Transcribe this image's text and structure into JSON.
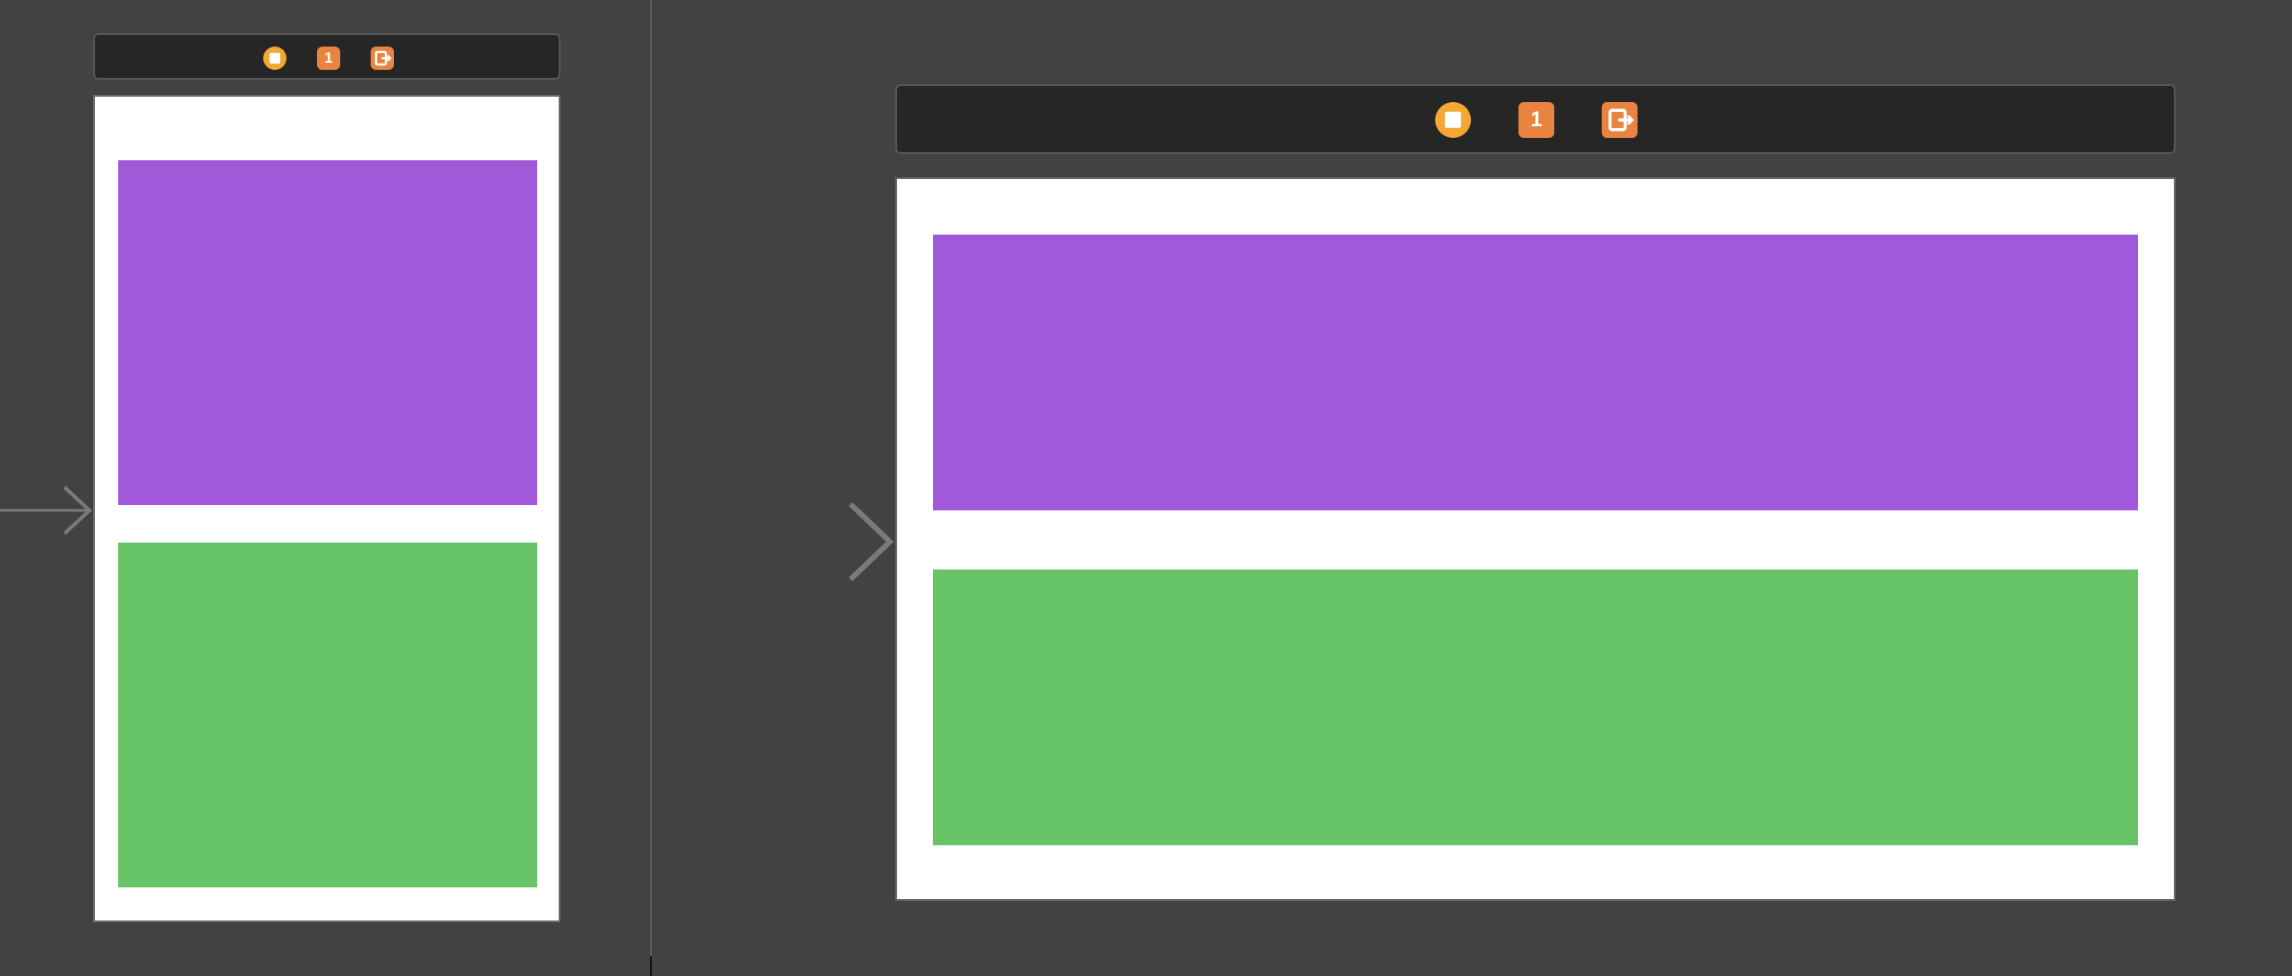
{
  "storyboard": {
    "scenes": [
      {
        "id": "portrait",
        "dock_icons": [
          {
            "icon": "view-controller-icon"
          },
          {
            "icon": "first-responder-icon",
            "label": "1"
          },
          {
            "icon": "exit-icon"
          }
        ],
        "views": [
          {
            "name": "purple-view",
            "color": "#a259d9"
          },
          {
            "name": "green-view",
            "color": "#66c466"
          }
        ]
      },
      {
        "id": "landscape",
        "dock_icons": [
          {
            "icon": "view-controller-icon"
          },
          {
            "icon": "first-responder-icon",
            "label": "1"
          },
          {
            "icon": "exit-icon"
          }
        ],
        "views": [
          {
            "name": "purple-view",
            "color": "#a259d9"
          },
          {
            "name": "green-view",
            "color": "#66c466"
          }
        ]
      }
    ],
    "colors": {
      "canvas": "#424242",
      "scene_background": "#ffffff",
      "dock_background": "#262626",
      "view_controller_icon": "#f2a833",
      "responder_icon": "#e8843f",
      "purple": "#a259d9",
      "green": "#66c466"
    }
  }
}
